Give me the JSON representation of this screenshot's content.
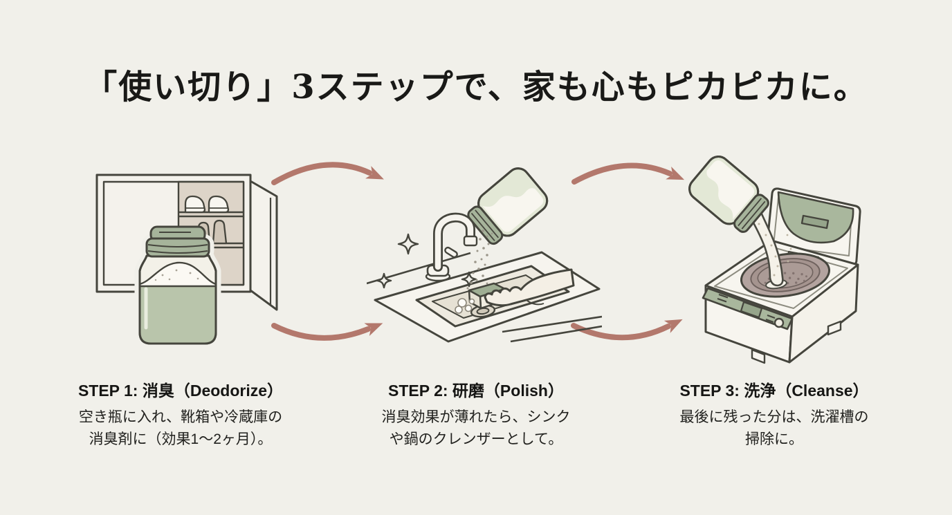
{
  "page": {
    "title": "「使い切り」3ステップで、家も心もピカピカに。",
    "background_color": "#f1f0ea"
  },
  "palette": {
    "arrow": "#b3786c",
    "line_art": "#45453d",
    "sage_green": "#a6b49b",
    "glass_green": "#b9c5ab",
    "powder_white": "#f8f6ef",
    "cabinet_interior": "#ddd4c8",
    "drum_mauve": "#b3a39f",
    "text": "#1f1f1c"
  },
  "steps": [
    {
      "heading": "STEP 1: 消臭（Deodorize）",
      "line1": "空き瓶に入れ、靴箱や冷蔵庫の",
      "line2": "消臭剤に（効果1〜2ヶ月）。",
      "illustration": "baking-soda-jar-in-front-of-open-shoe-cabinet"
    },
    {
      "heading": "STEP 2: 研磨（Polish）",
      "line1": "消臭効果が薄れたら、シンク",
      "line2": "や鍋のクレンザーとして。",
      "illustration": "jar-pouring-powder-into-kitchen-sink-hand-scrubbing-sponge"
    },
    {
      "heading": "STEP 3: 洗浄（Cleanse）",
      "line1": "最後に残った分は、洗濯槽の",
      "line2": "掃除に。",
      "illustration": "jar-pouring-powder-into-top-load-washing-machine"
    }
  ]
}
